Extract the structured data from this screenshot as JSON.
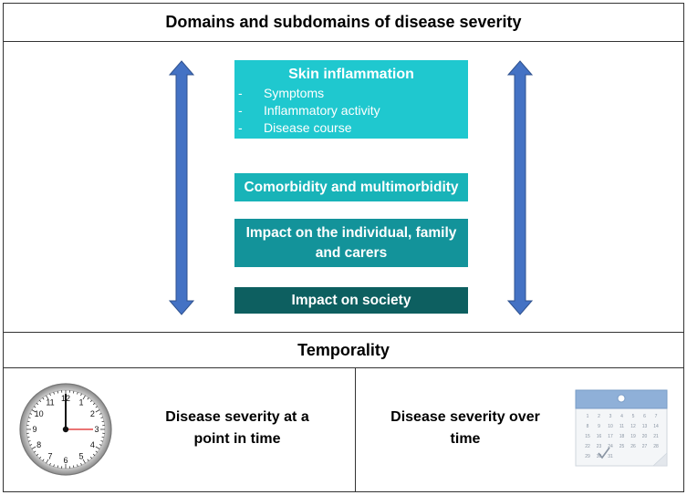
{
  "header": {
    "title": "Domains and subdomains of disease severity"
  },
  "domains": {
    "skin": {
      "title": "Skin inflammation",
      "bullet_marker": "-",
      "items": [
        "Symptoms",
        "Inflammatory activity",
        "Disease course"
      ],
      "color": "#1fc8cf"
    },
    "comorbidity": {
      "title": "Comorbidity and multimorbidity",
      "color": "#18b3b8"
    },
    "impact_individual": {
      "title_line1": "Impact on the individual, family",
      "title_line2": "and carers",
      "color": "#13939a"
    },
    "impact_society": {
      "title": "Impact on society",
      "color": "#0d5f60"
    }
  },
  "arrow_color": "#4472c4",
  "temporality": {
    "title": "Temporality",
    "point": {
      "line1": "Disease severity at a",
      "line2": "point in time",
      "icon": "clock-icon"
    },
    "over_time": {
      "line1": "Disease severity over",
      "line2": "time",
      "icon": "calendar-icon"
    }
  },
  "clock": {
    "numbers": [
      "12",
      "1",
      "2",
      "3",
      "4",
      "5",
      "6",
      "7",
      "8",
      "9",
      "10",
      "11"
    ]
  },
  "calendar": {
    "days": [
      "1",
      "2",
      "3",
      "4",
      "5",
      "6",
      "7",
      "8",
      "9",
      "10",
      "11",
      "12",
      "13",
      "14",
      "15",
      "16",
      "17",
      "18",
      "19",
      "20",
      "21",
      "22",
      "23",
      "24",
      "25",
      "26",
      "27",
      "28",
      "29",
      "30",
      "31"
    ]
  }
}
